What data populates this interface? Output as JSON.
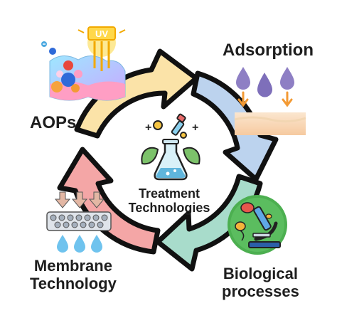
{
  "center": {
    "line1": "Treatment",
    "line2": "Technologies"
  },
  "stages": {
    "aops": {
      "label": "AOPs",
      "color": "#fbe3a8"
    },
    "adsorption": {
      "label": "Adsorption",
      "color": "#bcd3ee"
    },
    "biological": {
      "line1": "Biological",
      "line2": "processes",
      "color": "#a8dccb"
    },
    "membrane": {
      "line1": "Membrane",
      "line2": "Technology",
      "color": "#f4a6a6"
    }
  },
  "icons": {
    "uv_badge": "UV",
    "center": "beaker-with-leaves-icon",
    "aops": "uv-lamp-water-molecules-icon",
    "adsorption": "water-drops-adsorbent-icon",
    "biological": "microscope-bacteria-icon",
    "membrane": "membrane-filter-drops-icon"
  }
}
